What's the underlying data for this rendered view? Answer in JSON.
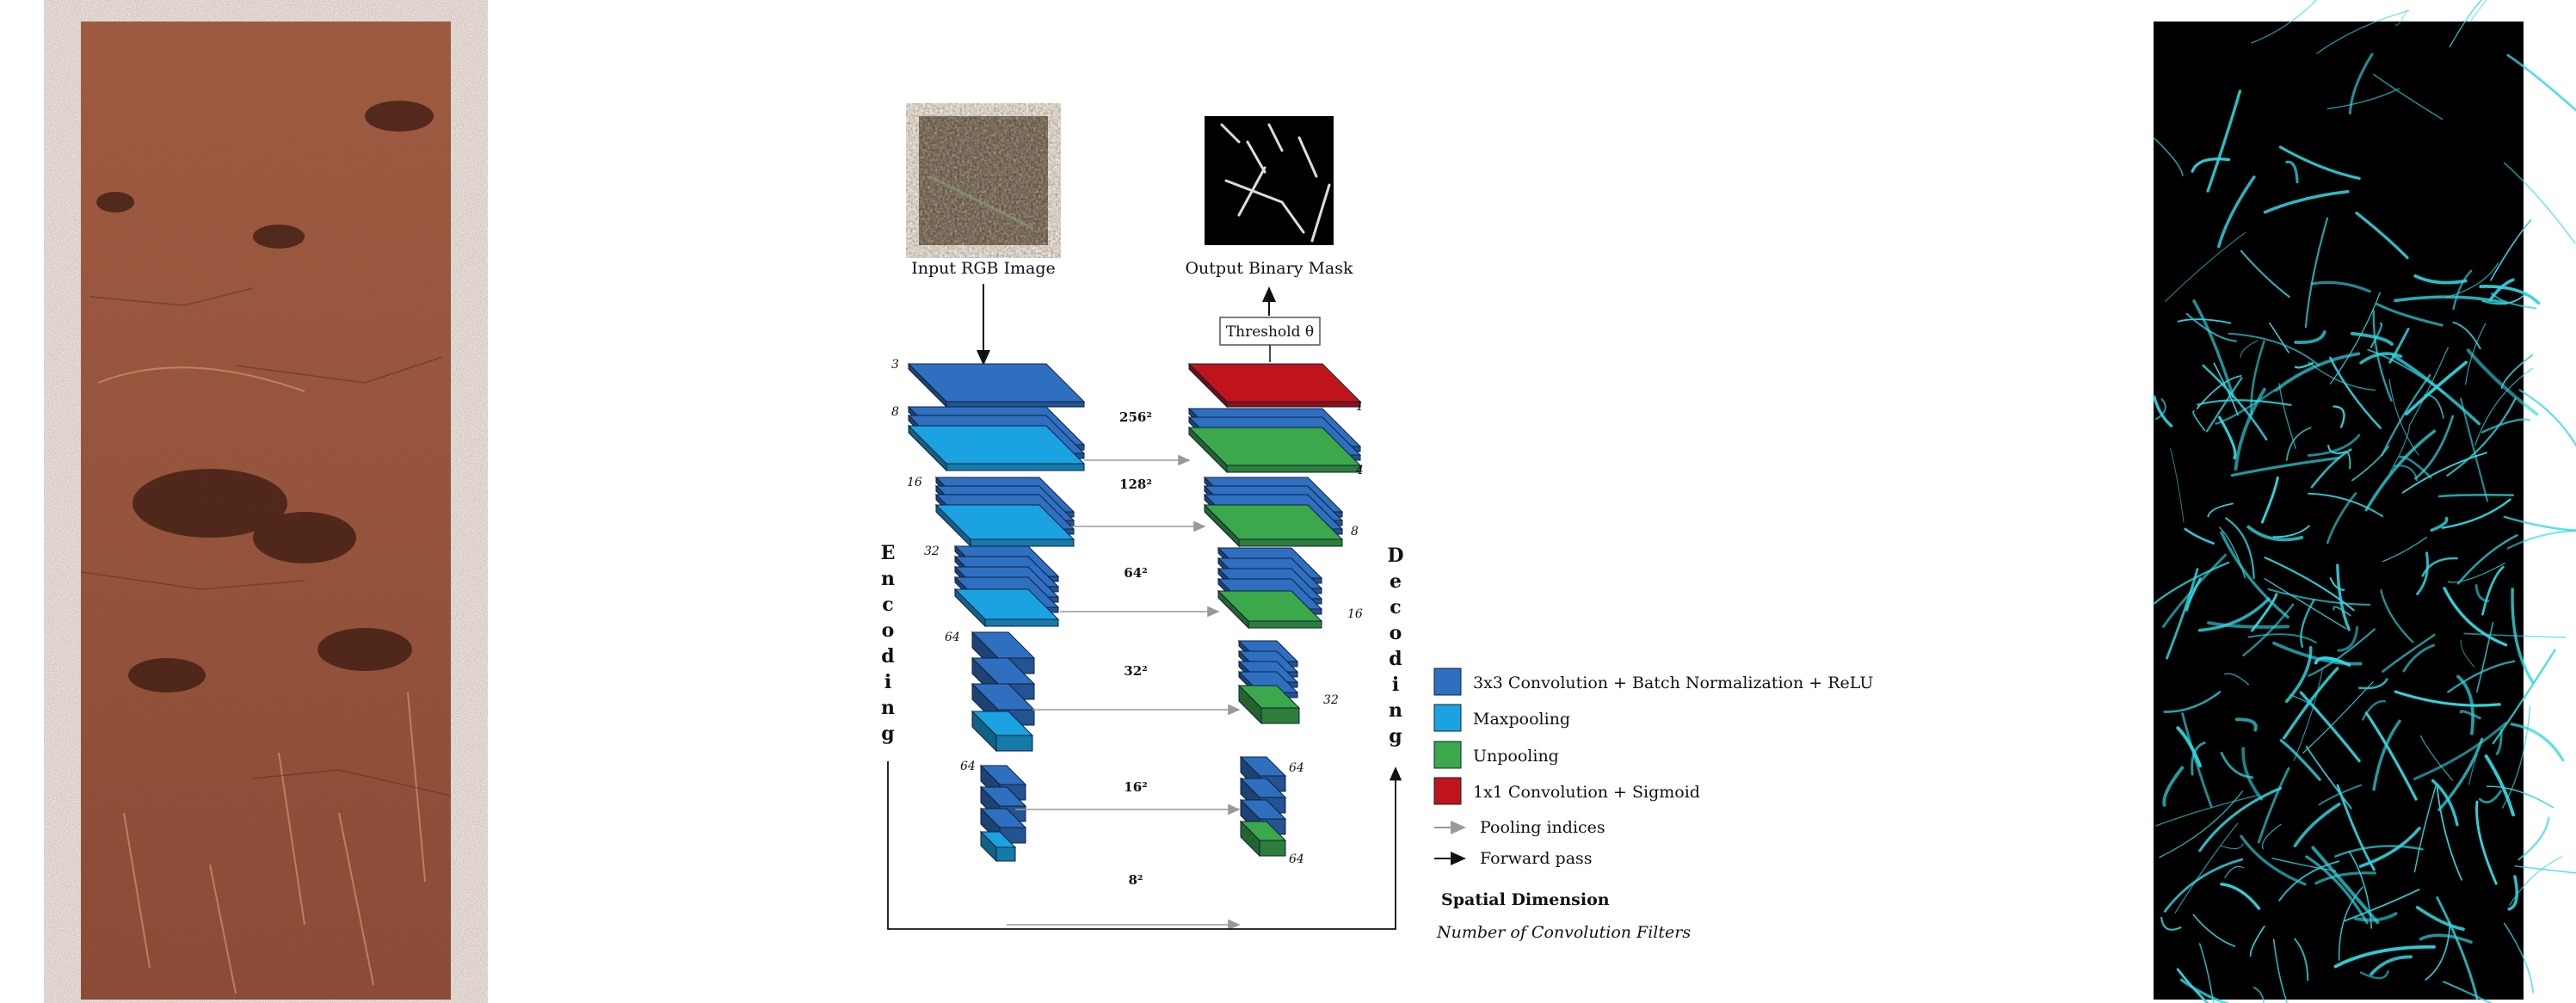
{
  "diagram": {
    "input_label": "Input RGB Image",
    "output_label": "Output Binary Mask",
    "threshold_label": "Threshold θ",
    "encoding_label": "Encoding",
    "decoding_label": "Decoding",
    "encoder_filters": [
      "3",
      "8",
      "16",
      "32",
      "64",
      "64"
    ],
    "decoder_filters": [
      "1",
      "4",
      "8",
      "16",
      "32",
      "64",
      "64"
    ],
    "spatial_dims": [
      "256²",
      "128²",
      "64²",
      "32²",
      "16²",
      "8²"
    ],
    "legend": [
      {
        "label": "3x3 Convolution + Batch Normalization + ReLU",
        "color": "#2f6fc0"
      },
      {
        "label": "Maxpooling",
        "color": "#1aa3e0"
      },
      {
        "label": "Unpooling",
        "color": "#3aa84b"
      },
      {
        "label": "1x1 Convolution + Sigmoid",
        "color": "#c0141c"
      }
    ],
    "arrows": [
      {
        "label": "Pooling indices",
        "color": "#999999"
      },
      {
        "label": "Forward pass",
        "color": "#111111"
      }
    ],
    "spatial_dimension_label": "Spatial Dimension",
    "filters_label": "Number of Convolution Filters"
  }
}
